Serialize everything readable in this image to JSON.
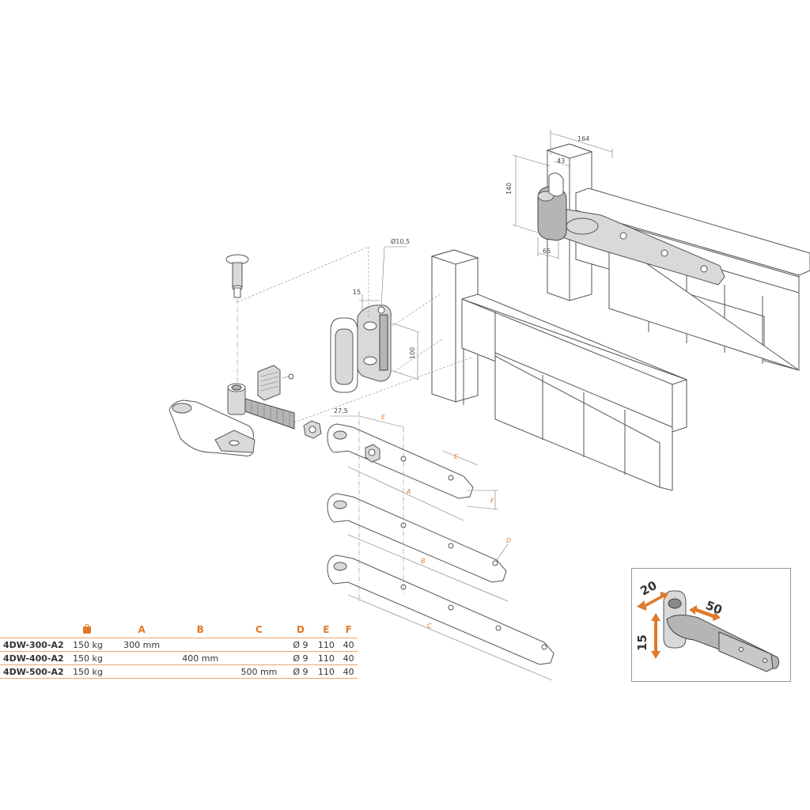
{
  "dimensions": {
    "d164": "164",
    "d43": "43",
    "d140": "140",
    "d65": "65",
    "d10_5": "Ø10,5",
    "d15": "15",
    "d100": "100",
    "d27_5": "27,5",
    "label_e1": "E",
    "label_e2": "E",
    "label_f": "F",
    "label_a": "A",
    "label_d": "D",
    "label_b": "B",
    "label_c": "C"
  },
  "adjustment": {
    "horizontal": "20",
    "depth": "50",
    "vertical": "15"
  },
  "table": {
    "headers": [
      "A",
      "B",
      "C",
      "D",
      "E",
      "F"
    ],
    "rows": [
      {
        "code": "4DW-300-A2",
        "load": "150 kg",
        "a": "300 mm",
        "b": "",
        "c": "",
        "d": "Ø 9",
        "e": "110",
        "f": "40"
      },
      {
        "code": "4DW-400-A2",
        "load": "150 kg",
        "a": "",
        "b": "400 mm",
        "c": "",
        "d": "Ø 9",
        "e": "110",
        "f": "40"
      },
      {
        "code": "4DW-500-A2",
        "load": "150 kg",
        "a": "",
        "b": "",
        "c": "500 mm",
        "d": "Ø 9",
        "e": "110",
        "f": "40"
      }
    ]
  },
  "colors": {
    "accent": "#e07a2a",
    "line": "#555555"
  }
}
